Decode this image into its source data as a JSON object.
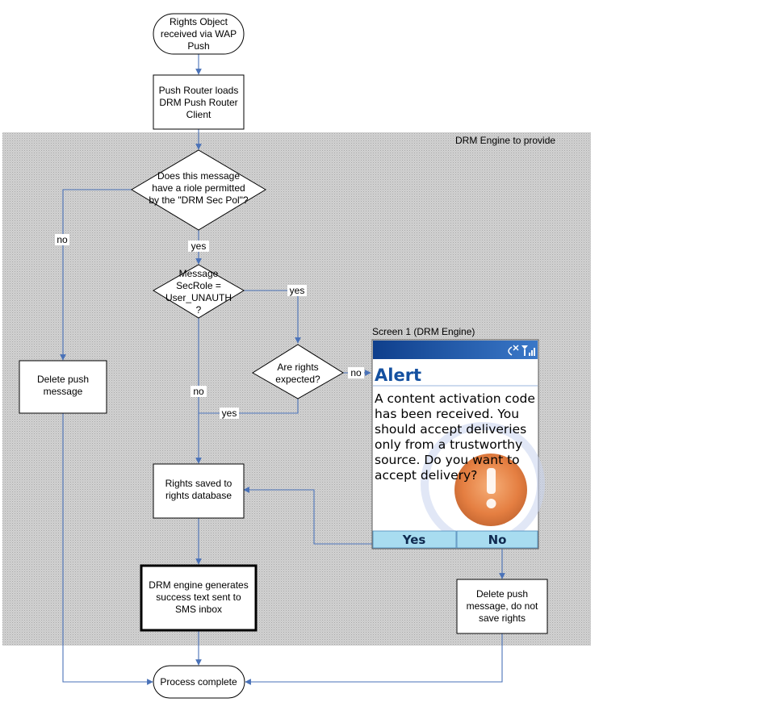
{
  "region_label": "DRM Engine to provide",
  "nodes": {
    "start": [
      "Rights Object",
      "received via WAP",
      "Push"
    ],
    "push_router": [
      "Push Router loads",
      "DRM Push Router",
      "Client"
    ],
    "decision_role": [
      "Does this message",
      "have a riole permitted",
      "by the \"DRM Sec Pol\"?"
    ],
    "decision_secrole": [
      "Message",
      "SecRole =",
      "User_UNAUTH",
      "?"
    ],
    "decision_expected": [
      "Are rights",
      "expected?"
    ],
    "delete_push": [
      "Delete push",
      "message"
    ],
    "rights_saved": [
      "Rights saved to",
      "rights database"
    ],
    "success_text": [
      "DRM engine generates",
      "success text sent to",
      "SMS inbox"
    ],
    "delete_no_save": [
      "Delete push",
      "message, do not",
      "save rights"
    ],
    "process_complete": [
      "Process complete"
    ]
  },
  "edge_labels": {
    "role_no": "no",
    "role_yes": "yes",
    "secrole_yes": "yes",
    "secrole_no": "no",
    "expected_no": "no",
    "expected_yes": "yes"
  },
  "screen": {
    "caption": "Screen 1 (DRM Engine)",
    "status_icons": "✂✕ᵮ",
    "title": "Alert",
    "body_lines": [
      "A content activation code",
      "has been received. You",
      "should accept deliveries",
      "only from a trustworthy",
      "source. Do you want to",
      "accept delivery?"
    ],
    "softkey_left": "Yes",
    "softkey_right": "No"
  },
  "colors": {
    "connector": "#4a72b8",
    "region_fill": "#c8c8c8",
    "screen_title_bar": "#1a4fa0",
    "screen_title_text": "#1450a0",
    "softkey_bg": "#a8dcf0",
    "warning_orange": "#e8742a"
  }
}
